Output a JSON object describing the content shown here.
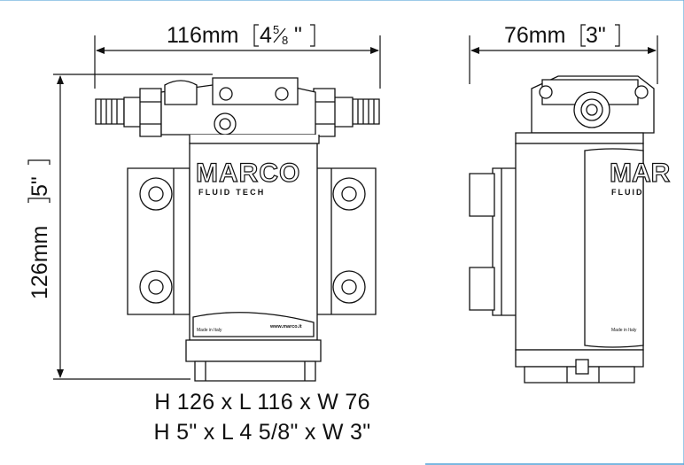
{
  "dimensions": {
    "front_width_mm": "116mm",
    "front_width_in": "4",
    "front_width_frac_num": "5",
    "front_width_frac_den": "8",
    "front_width_quote": "\"",
    "height_mm": "126mm",
    "height_in": "5\"",
    "side_width_mm": "76mm",
    "side_width_in": "3\""
  },
  "labels": {
    "brand_main": "MARCO",
    "brand_sub": "FLUID TECH",
    "made_in": "Made in Italy",
    "website": "www.marco.it",
    "side_brand_main": "MAR",
    "side_brand_sub": "FLUID"
  },
  "captions": {
    "line1": "H 126 x L 116 x W 76",
    "line2": "H 5\" x L 4 5/8\" x W 3\""
  },
  "colors": {
    "frame": "#5aa6d8",
    "ink": "#111111"
  }
}
